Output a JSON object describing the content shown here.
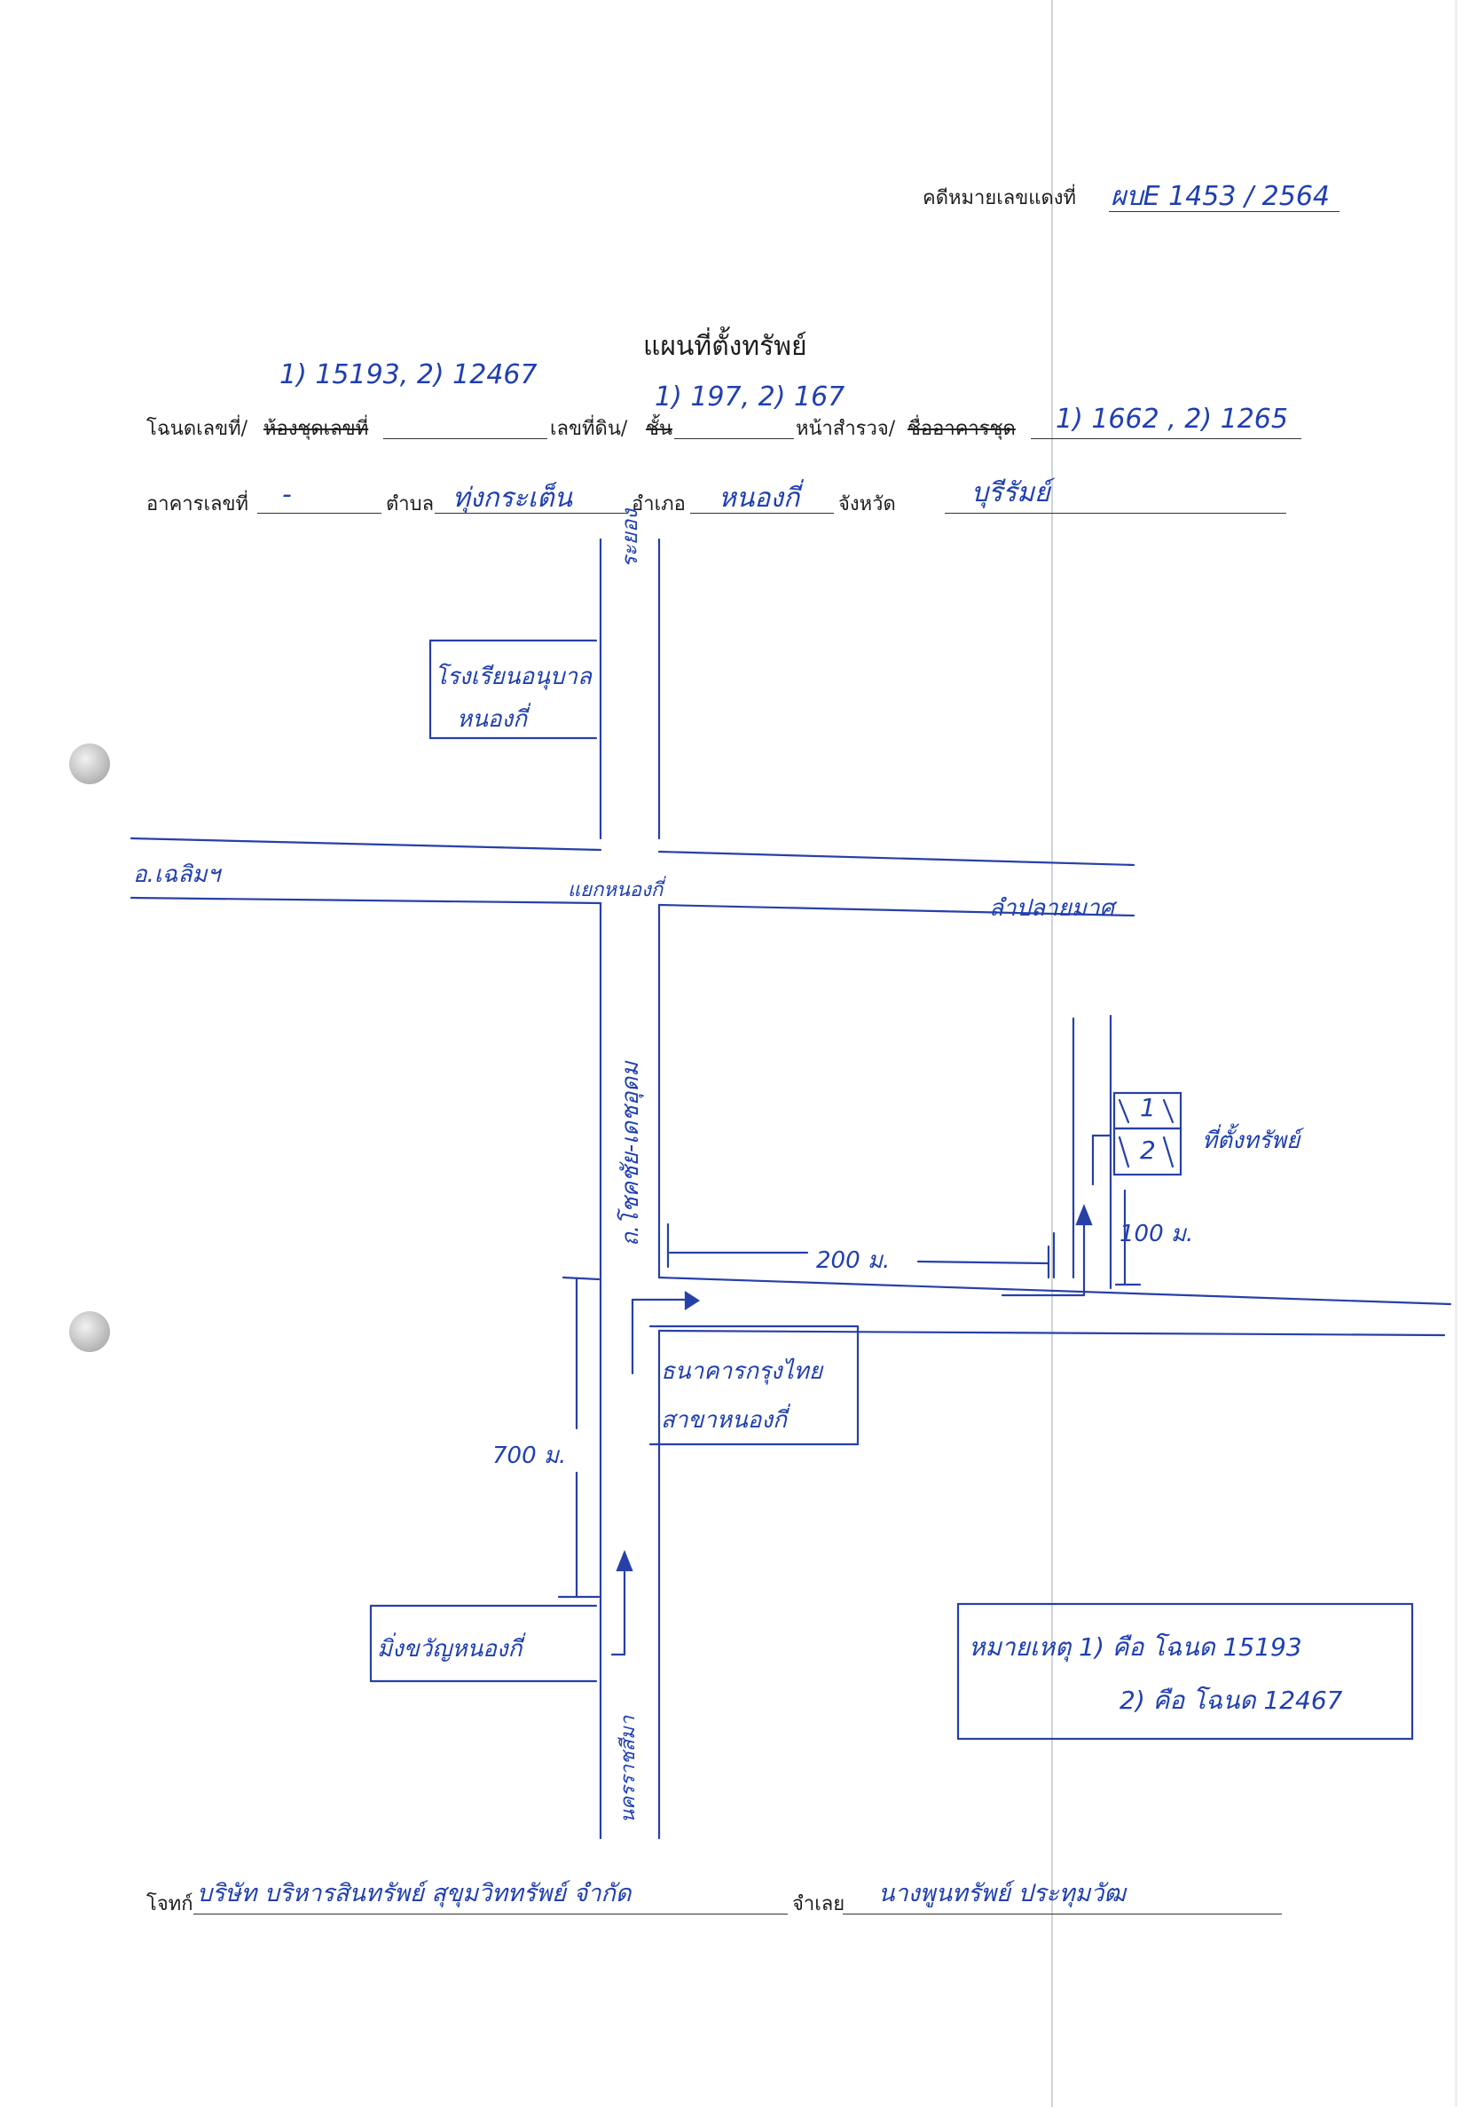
{
  "header": {
    "case_label": "คดีหมายเลขแดงที่",
    "case_value": "ผบE 1453 / 2564"
  },
  "title": "แผนที่ตั้งทรัพย์",
  "form": {
    "deed_label": "โฉนดเลขที่/",
    "deed_strike": "ห้องชุดเลขที่",
    "deed_value": "1) 15193, 2) 12467",
    "land_label": "เลขที่ดิน/",
    "land_strike": "ชั้น",
    "land_value": "1) 197, 2) 167",
    "survey_label": "หน้าสำรวจ/",
    "survey_strike": "ชื่ออาคารชุด",
    "survey_value": "1) 1662 , 2) 1265",
    "building_label": "อาคารเลขที่",
    "building_value": "-",
    "subdistrict_label": "ตำบล",
    "subdistrict_value": "ทุ่งกระเต็น",
    "district_label": "อำเภอ",
    "district_value": "หนองกี่",
    "province_label": "จังหวัด",
    "province_value": "บุรีรัมย์"
  },
  "map": {
    "road_north": "ระยอง",
    "hospital": [
      "โรงเรียนอนุบาล",
      "หนองกี่"
    ],
    "west_road": "อ.เฉลิมฯ",
    "intersection": "แยกหนองกี่",
    "east_road": "ลำปลายมาศ",
    "main_road": "ถ.โชคชัย-เดชอุดม",
    "bank": [
      "ธนาคารกรุงไทย",
      "สาขาหนองกี่"
    ],
    "dist_700": "700 ม.",
    "dist_200": "200 ม.",
    "dist_100": "100 ม.",
    "plot_1": "1",
    "plot_2": "2",
    "property_label": "ที่ตั้งทรัพย์",
    "market": "มิ่งขวัญหนองกี่",
    "road_south": "นครราชสีมา",
    "note_line1": "หมายเหตุ 1) คือ โฉนด 15193",
    "note_line2": "2) คือ โฉนด 12467"
  },
  "footer": {
    "plaintiff_label": "โจทก์",
    "plaintiff_value": "บริษัท บริหารสินทรัพย์ สุขุมวิททรัพย์ จำกัด",
    "defendant_label": "จำเลย",
    "defendant_value": "นางพูนทรัพย์ ประทุมวัฒ"
  }
}
